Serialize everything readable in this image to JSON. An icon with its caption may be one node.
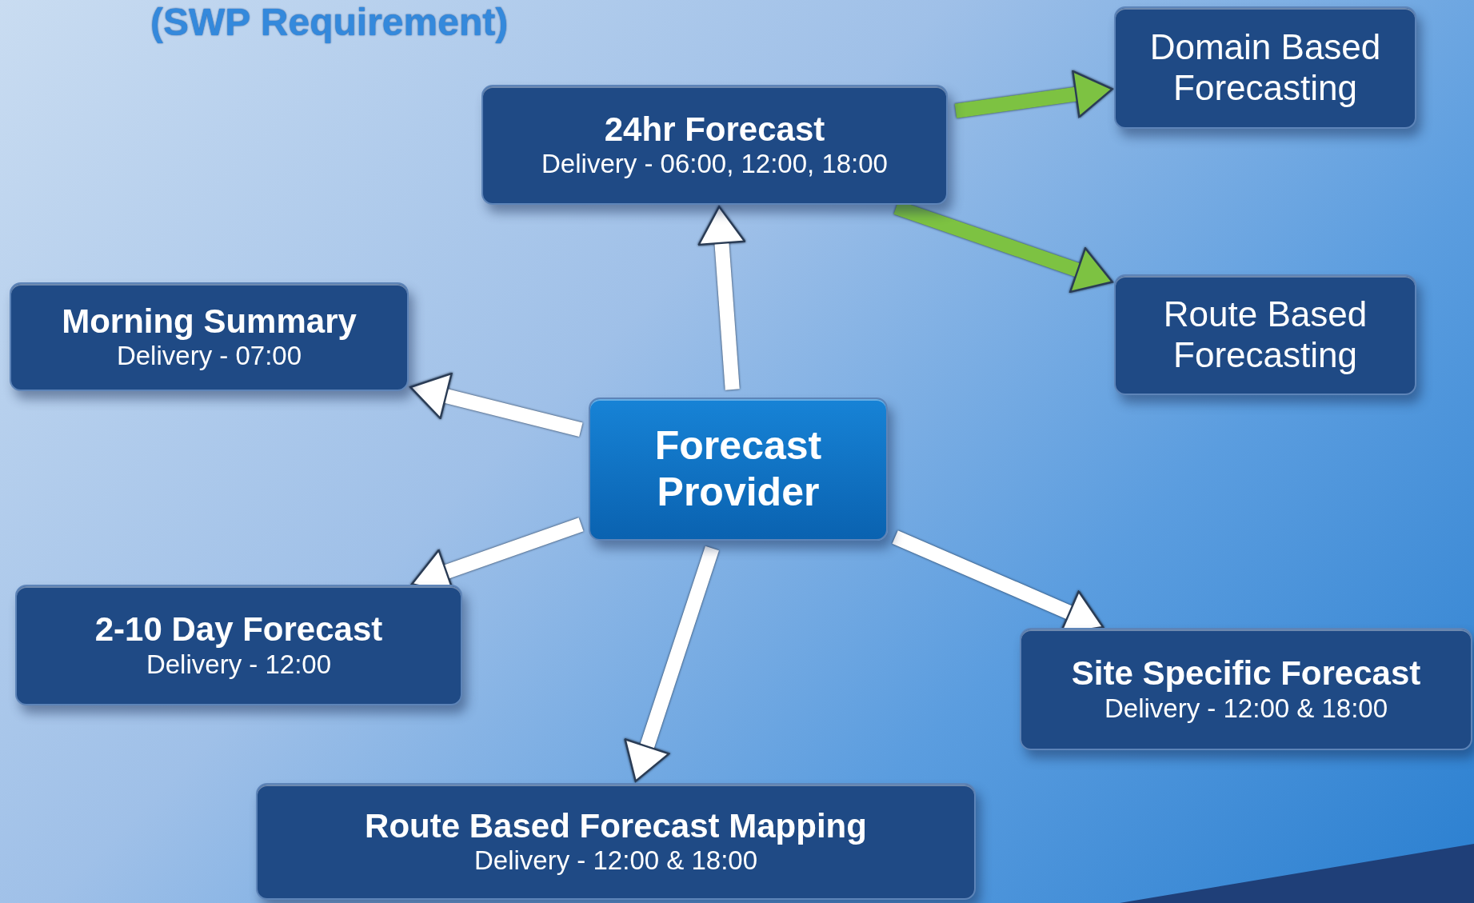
{
  "diagram": {
    "title": "(SWP Requirement)",
    "nodes": [
      {
        "text": [
          "Domain Based Forecasting"
        ]
      },
      {
        "text": [
          "24hr Forecast",
          "Delivery - 06:00, 12:00, 18:00"
        ]
      },
      {
        "text": [
          "Route Based Forecasting"
        ]
      },
      {
        "text": [
          "Morning Summary",
          "Delivery - 07:00"
        ]
      },
      {
        "text": [
          "Forecast Provider"
        ]
      },
      {
        "text": [
          "2-10 Day Forecast",
          "Delivery - 12:00"
        ]
      },
      {
        "text": [
          "Site Specific Forecast",
          "Delivery - 12:00 & 18:00"
        ]
      },
      {
        "text": [
          "Route Based Forecast Mapping",
          "Delivery - 12:00 & 18:00"
        ]
      }
    ],
    "edges": [
      {
        "from": 4,
        "to": 1,
        "arrow": "to"
      },
      {
        "from": 4,
        "to": 3,
        "arrow": "to"
      },
      {
        "from": 4,
        "to": 5,
        "arrow": "to"
      },
      {
        "from": 4,
        "to": 7,
        "arrow": "to"
      },
      {
        "from": 4,
        "to": 6,
        "arrow": "to"
      },
      {
        "from": 1,
        "to": 0,
        "arrow": "to",
        "color": "#7dc242"
      },
      {
        "from": 1,
        "to": 2,
        "arrow": "to",
        "color": "#7dc242"
      }
    ]
  }
}
